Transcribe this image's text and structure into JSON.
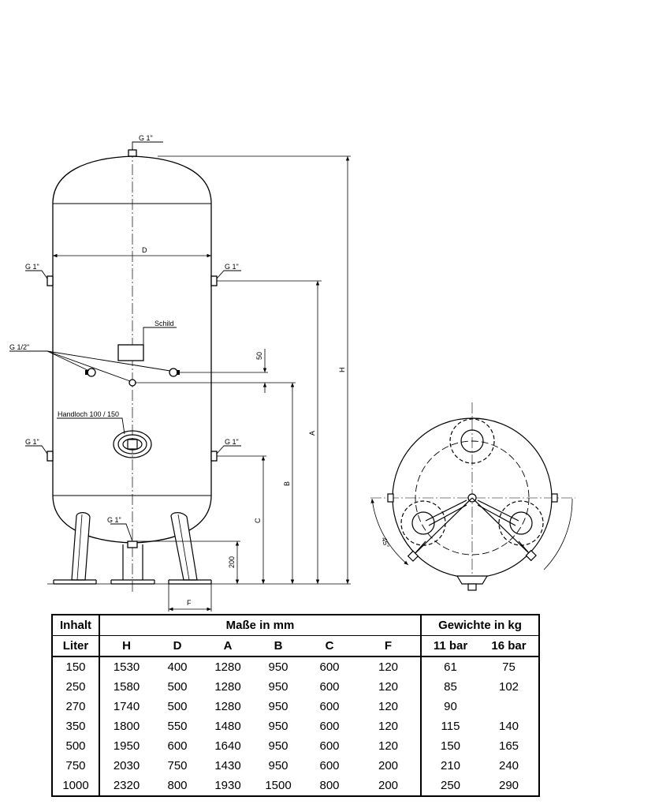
{
  "labels": {
    "g1_top": "G 1\"",
    "g1_left_upper": "G 1\"",
    "g1_right_upper": "G 1\"",
    "g1_left_lower": "G 1\"",
    "g1_right_lower": "G 1\"",
    "g1_bottom": "G 1\"",
    "g12": "G 1/2\"",
    "schild": "Schild",
    "handloch": "Handloch 100 / 150",
    "dim_D": "D",
    "dim_H": "H",
    "dim_A": "A",
    "dim_B": "B",
    "dim_C": "C",
    "dim_F": "F",
    "dim_50": "50",
    "dim_200": "200",
    "angle_45": "45°"
  },
  "table": {
    "header": {
      "inhalt": "Inhalt",
      "liter": "Liter",
      "masse": "Maße in mm",
      "gewichte": "Gewichte in kg",
      "cols": [
        "H",
        "D",
        "A",
        "B",
        "C",
        "F"
      ],
      "bar11": "11 bar",
      "bar16": "16 bar"
    },
    "rows": [
      [
        "150",
        "1530",
        "400",
        "1280",
        "950",
        "600",
        "120",
        "61",
        "75"
      ],
      [
        "250",
        "1580",
        "500",
        "1280",
        "950",
        "600",
        "120",
        "85",
        "102"
      ],
      [
        "270",
        "1740",
        "500",
        "1280",
        "950",
        "600",
        "120",
        "90",
        ""
      ],
      [
        "350",
        "1800",
        "550",
        "1480",
        "950",
        "600",
        "120",
        "115",
        "140"
      ],
      [
        "500",
        "1950",
        "600",
        "1640",
        "950",
        "600",
        "120",
        "150",
        "165"
      ],
      [
        "750",
        "2030",
        "750",
        "1430",
        "950",
        "600",
        "200",
        "210",
        "240"
      ],
      [
        "1000",
        "2320",
        "800",
        "1930",
        "1500",
        "800",
        "200",
        "250",
        "290"
      ]
    ]
  }
}
